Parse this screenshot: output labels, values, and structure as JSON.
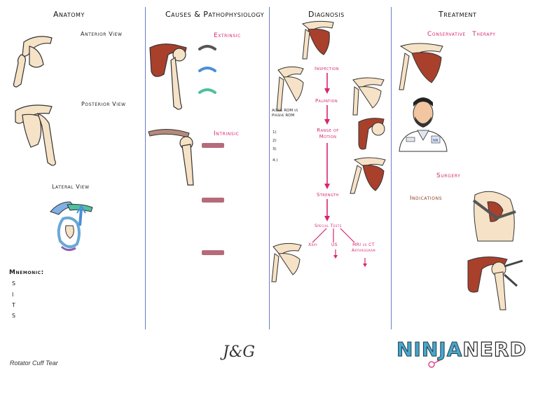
{
  "columns": {
    "anatomy": "Anatomy",
    "causes": "Causes & Pathophysiology",
    "diagnosis": "Diagnosis",
    "treatment": "Treatment"
  },
  "anatomy": {
    "anterior": "Anterior View",
    "posterior": "Posterior View",
    "lateral": "Lateral View",
    "mnemonic_title": "Mnemonic:",
    "mnemonic_letters": [
      "S",
      "I",
      "T",
      "S"
    ]
  },
  "causes": {
    "extrinsic": "Extrinsic",
    "intrinsic": "Intrinsic"
  },
  "diagnosis": {
    "rom_note": "Active ROM vs Passive ROM",
    "list_markers": [
      "1)",
      "2)",
      "3)",
      "4.)"
    ],
    "steps": [
      "Inspection",
      "Palpation",
      "Range of Motion",
      "Strength",
      "Special Tests"
    ],
    "imaging": [
      "Xray",
      "US",
      "MRI vs CT Arthrogram"
    ]
  },
  "treatment": {
    "conservative": "Conservative Therapy",
    "surgery": "Surgery",
    "indications": "Indications"
  },
  "footer": {
    "topic": "Rotator Cuff Tear",
    "signature": "J&G",
    "brand_left": "NINJA",
    "brand_right": "NERD"
  },
  "colors": {
    "divider": "#6a7fc9",
    "accent": "#d6266f",
    "bone": "#f6e2c6",
    "muscle": "#a8402c",
    "brand_blue": "#4aa5c9"
  }
}
